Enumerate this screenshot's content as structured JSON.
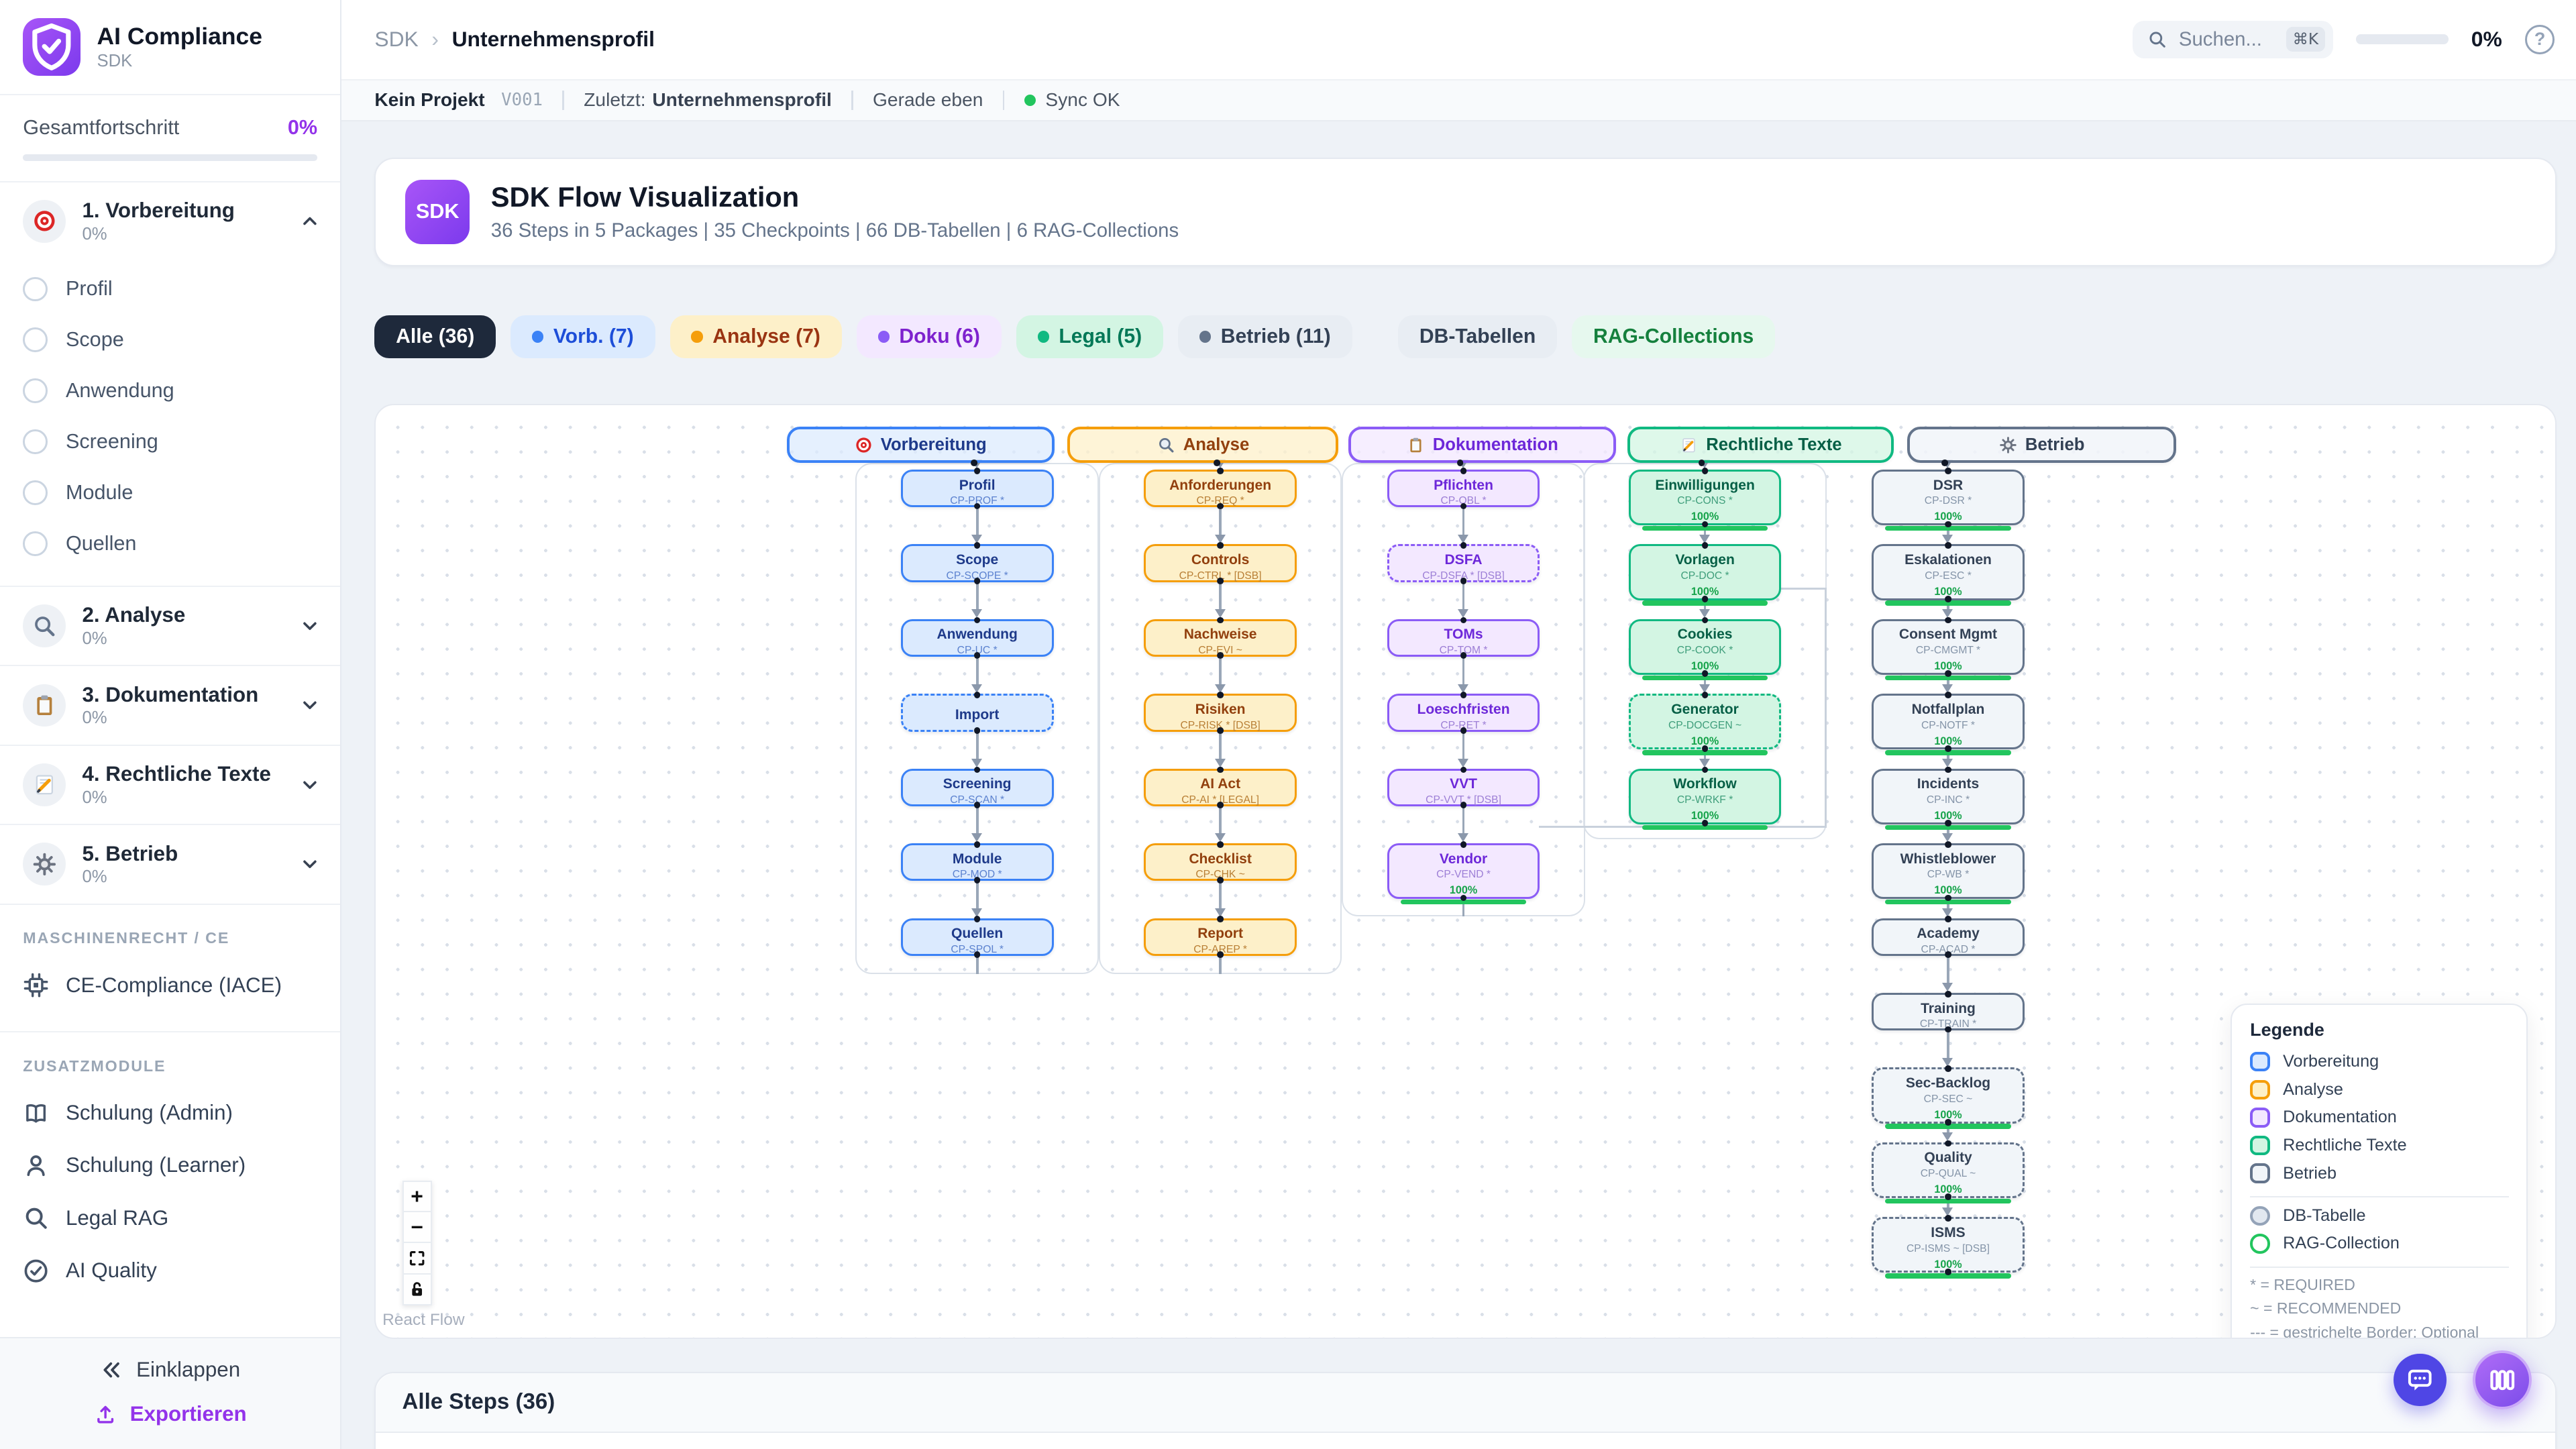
{
  "sidebar": {
    "app_title": "AI Compliance",
    "app_subtitle": "SDK",
    "overall": {
      "label": "Gesamtfortschritt",
      "value": "0%"
    },
    "phases": [
      {
        "label": "1. Vorbereitung",
        "pct": "0%",
        "icon": "target",
        "expanded": true,
        "children": [
          "Profil",
          "Scope",
          "Anwendung",
          "Screening",
          "Module",
          "Quellen"
        ]
      },
      {
        "label": "2. Analyse",
        "pct": "0%",
        "icon": "magnifier"
      },
      {
        "label": "3. Dokumentation",
        "pct": "0%",
        "icon": "clipboard"
      },
      {
        "label": "4. Rechtliche Texte",
        "pct": "0%",
        "icon": "memo"
      },
      {
        "label": "5. Betrieb",
        "pct": "0%",
        "icon": "gear"
      }
    ],
    "sections": [
      {
        "header": "MASCHINENRECHT / CE",
        "items": [
          {
            "label": "CE-Compliance (IACE)",
            "icon": "chip"
          }
        ]
      },
      {
        "header": "ZUSATZMODULE",
        "items": [
          {
            "label": "Schulung (Admin)",
            "icon": "book"
          },
          {
            "label": "Schulung (Learner)",
            "icon": "person"
          },
          {
            "label": "Legal RAG",
            "icon": "search"
          },
          {
            "label": "AI Quality",
            "icon": "check-circle"
          }
        ]
      }
    ],
    "collapse_label": "Einklappen",
    "export_label": "Exportieren"
  },
  "header": {
    "breadcrumb_root": "SDK",
    "breadcrumb_current": "Unternehmensprofil",
    "search_placeholder": "Suchen...",
    "search_shortcut": "⌘K",
    "progress": "0%",
    "help_glyph": "?"
  },
  "statusbar": {
    "project": "Kein Projekt",
    "version": "V001",
    "last_label": "Zuletzt:",
    "last_value": "Unternehmensprofil",
    "time": "Gerade eben",
    "sync": "Sync OK"
  },
  "flow_card": {
    "badge": "SDK",
    "title": "SDK Flow Visualization",
    "subtitle": "36 Steps in 5 Packages | 35 Checkpoints | 66 DB-Tabellen | 6 RAG-Collections"
  },
  "filters": [
    {
      "label": "Alle (36)",
      "style": "active"
    },
    {
      "label": "Vorb. (7)",
      "style": "blue",
      "dot": true
    },
    {
      "label": "Analyse (7)",
      "style": "amber",
      "dot": true
    },
    {
      "label": "Doku (6)",
      "style": "purple",
      "dot": true
    },
    {
      "label": "Legal (5)",
      "style": "green",
      "dot": true
    },
    {
      "label": "Betrieb (11)",
      "style": "slate",
      "dot": true
    },
    {
      "label": "DB-Tabellen",
      "style": "plain"
    },
    {
      "label": "RAG-Collections",
      "style": "mint"
    }
  ],
  "canvas": {
    "packages": [
      {
        "label": "Vorbereitung",
        "icon": "target",
        "color": "blue"
      },
      {
        "label": "Analyse",
        "icon": "magnifier",
        "color": "amber"
      },
      {
        "label": "Dokumentation",
        "icon": "clipboard",
        "color": "purple"
      },
      {
        "label": "Rechtliche Texte",
        "icon": "memo",
        "color": "green"
      },
      {
        "label": "Betrieb",
        "icon": "gear",
        "color": "slate"
      }
    ],
    "columns": [
      {
        "color": "blue",
        "nodes": [
          {
            "title": "Profil",
            "code": "CP-PROF *"
          },
          {
            "title": "Scope",
            "code": "CP-SCOPE *"
          },
          {
            "title": "Anwendung",
            "code": "CP-UC *"
          },
          {
            "title": "Import",
            "dashed": true
          },
          {
            "title": "Screening",
            "code": "CP-SCAN *"
          },
          {
            "title": "Module",
            "code": "CP-MOD *"
          },
          {
            "title": "Quellen",
            "code": "CP-SPOL *"
          }
        ]
      },
      {
        "color": "amber",
        "nodes": [
          {
            "title": "Anforderungen",
            "code": "CP-REQ *"
          },
          {
            "title": "Controls",
            "code": "CP-CTRL * [DSB]"
          },
          {
            "title": "Nachweise",
            "code": "CP-EVI ~"
          },
          {
            "title": "Risiken",
            "code": "CP-RISK * [DSB]"
          },
          {
            "title": "AI Act",
            "code": "CP-AI * [LEGAL]"
          },
          {
            "title": "Checklist",
            "code": "CP-CHK ~"
          },
          {
            "title": "Report",
            "code": "CP-AREP *"
          }
        ]
      },
      {
        "color": "purple",
        "nodes": [
          {
            "title": "Pflichten",
            "code": "CP-OBL *"
          },
          {
            "title": "DSFA",
            "code": "CP-DSFA * [DSB]",
            "dashed": true
          },
          {
            "title": "TOMs",
            "code": "CP-TOM *"
          },
          {
            "title": "Loeschfristen",
            "code": "CP-RET *"
          },
          {
            "title": "VVT",
            "code": "CP-VVT * [DSB]"
          },
          {
            "title": "Vendor",
            "code": "CP-VEND *",
            "progress": "100%"
          }
        ]
      },
      {
        "color": "green",
        "nodes": [
          {
            "title": "Einwilligungen",
            "code": "CP-CONS *",
            "progress": "100%"
          },
          {
            "title": "Vorlagen",
            "code": "CP-DOC *",
            "progress": "100%"
          },
          {
            "title": "Cookies",
            "code": "CP-COOK *",
            "progress": "100%"
          },
          {
            "title": "Generator",
            "code": "CP-DOCGEN ~",
            "progress": "100%",
            "dashed": true
          },
          {
            "title": "Workflow",
            "code": "CP-WRKF *",
            "progress": "100%"
          }
        ]
      },
      {
        "color": "slate",
        "nodes": [
          {
            "title": "DSR",
            "code": "CP-DSR *",
            "progress": "100%"
          },
          {
            "title": "Eskalationen",
            "code": "CP-ESC *",
            "progress": "100%"
          },
          {
            "title": "Consent Mgmt",
            "code": "CP-CMGMT *",
            "progress": "100%"
          },
          {
            "title": "Notfallplan",
            "code": "CP-NOTF *",
            "progress": "100%"
          },
          {
            "title": "Incidents",
            "code": "CP-INC *",
            "progress": "100%"
          },
          {
            "title": "Whistleblower",
            "code": "CP-WB *",
            "progress": "100%"
          },
          {
            "title": "Academy",
            "code": "CP-ACAD *"
          },
          {
            "title": "Training",
            "code": "CP-TRAIN *"
          },
          {
            "title": "Sec-Backlog",
            "code": "CP-SEC ~",
            "progress": "100%",
            "dashed": true
          },
          {
            "title": "Quality",
            "code": "CP-QUAL ~",
            "progress": "100%",
            "dashed": true
          },
          {
            "title": "ISMS",
            "code": "CP-ISMS ~ [DSB]",
            "progress": "100%",
            "dashed": true
          }
        ]
      }
    ],
    "legend": {
      "title": "Legende",
      "phases": [
        {
          "label": "Vorbereitung",
          "color": "blue"
        },
        {
          "label": "Analyse",
          "color": "amber"
        },
        {
          "label": "Dokumentation",
          "color": "purple"
        },
        {
          "label": "Rechtliche Texte",
          "color": "green"
        },
        {
          "label": "Betrieb",
          "color": "slate"
        }
      ],
      "shapes": [
        {
          "label": "DB-Tabelle",
          "color": "db"
        },
        {
          "label": "RAG-Collection",
          "color": "rag"
        }
      ],
      "notes": [
        "* = REQUIRED",
        "~ = RECOMMENDED",
        "--- = gestrichelte Border: Optional"
      ]
    },
    "controls": {
      "zoom_in": "+",
      "zoom_out": "−"
    },
    "attribution": "React Flow"
  },
  "steps_card": {
    "title": "Alle Steps (36)"
  },
  "colors": {
    "accent_purple": "#9333ea",
    "brand_gradient_from": "#a855f7",
    "brand_gradient_to": "#7c3aed",
    "progress_green": "#22c55e",
    "sync_green": "#22c55e",
    "active_pill": "#1e293b"
  }
}
